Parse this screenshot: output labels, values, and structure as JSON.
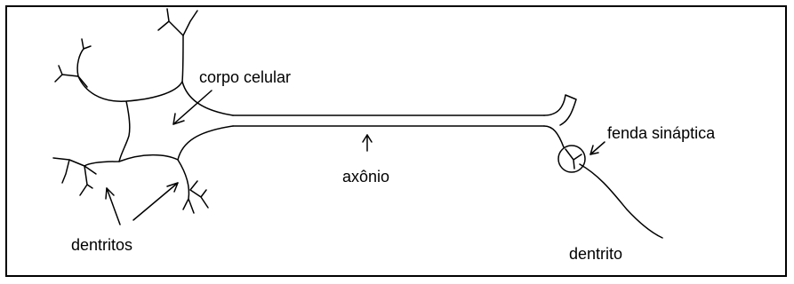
{
  "labels": {
    "corpo_celular": "corpo celular",
    "fenda_sinaptica": "fenda sináptica",
    "axonio": "axônio",
    "dentritos": "dentritos",
    "dentrito": "dentrito"
  }
}
